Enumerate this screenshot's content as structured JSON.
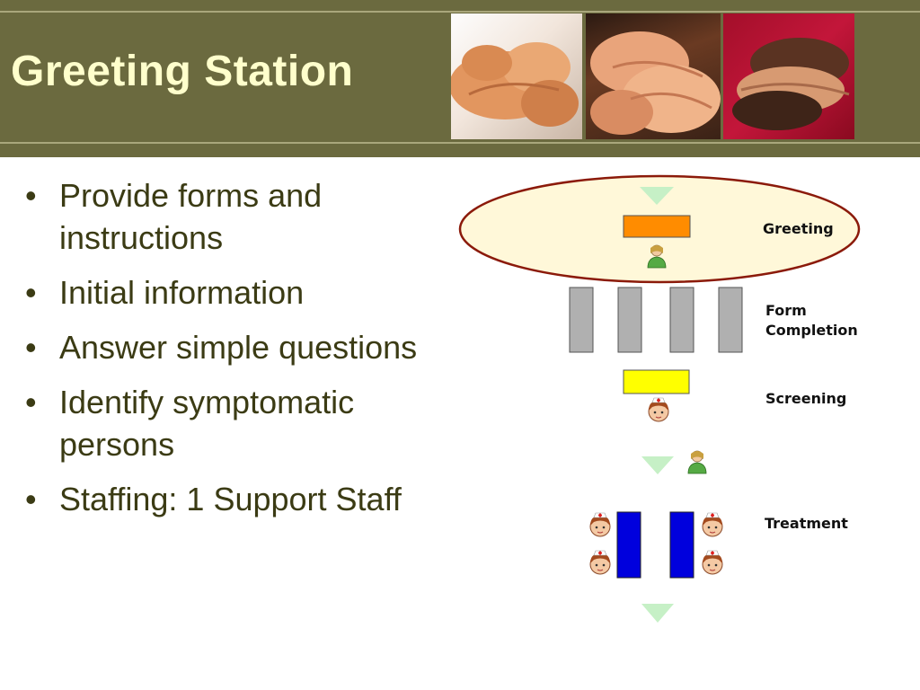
{
  "header": {
    "title": "Greeting Station"
  },
  "bullets": [
    {
      "text": "Provide forms and instructions"
    },
    {
      "text": "Initial information"
    },
    {
      "text": "Answer simple questions"
    },
    {
      "text": "Identify symptomatic persons"
    },
    {
      "text": "Staffing: 1 Support Staff"
    }
  ],
  "diagram": {
    "stations": [
      {
        "label": "Greeting"
      },
      {
        "label_line1": "Form",
        "label_line2": "Completion"
      },
      {
        "label": "Screening"
      },
      {
        "label": "Treatment"
      }
    ],
    "colors": {
      "header_bg": "#6b6a3f",
      "title": "#ffffcc",
      "greeting_ellipse_fill": "#fff8d9",
      "greeting_ellipse_stroke": "#8b1a0a",
      "greeting_box": "#ff8c00",
      "form_box": "#b0b0b0",
      "screening_box": "#ffff00",
      "treatment_box": "#0000dd",
      "arrow": "#c6f0c6"
    },
    "icons": [
      "arrow-down-icon",
      "person-icon",
      "nurse-icon"
    ]
  }
}
